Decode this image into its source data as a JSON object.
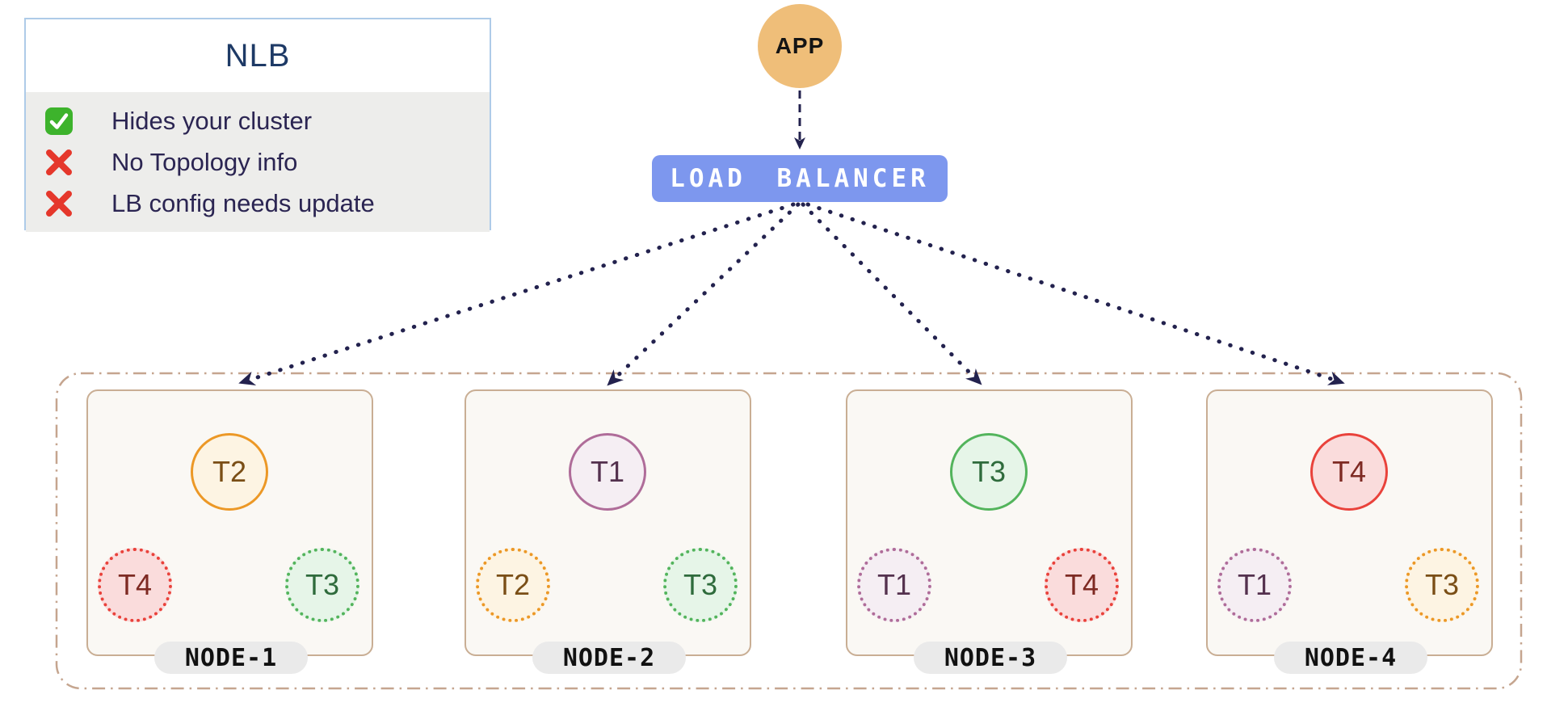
{
  "legend": {
    "title": "NLB",
    "items": [
      {
        "icon": "check",
        "text": "Hides your cluster"
      },
      {
        "icon": "cross",
        "text": "No Topology info"
      },
      {
        "icon": "cross",
        "text": "LB config needs update"
      }
    ]
  },
  "app": {
    "label": "APP"
  },
  "load_balancer": {
    "label": "LOAD BALANCER"
  },
  "nodes": [
    {
      "name": "NODE-1",
      "leader": {
        "label": "T2",
        "color": "orange"
      },
      "replicas": [
        {
          "label": "T4",
          "color": "red"
        },
        {
          "label": "T3",
          "color": "green"
        }
      ]
    },
    {
      "name": "NODE-2",
      "leader": {
        "label": "T1",
        "color": "plum"
      },
      "replicas": [
        {
          "label": "T2",
          "color": "orange"
        },
        {
          "label": "T3",
          "color": "green"
        }
      ]
    },
    {
      "name": "NODE-3",
      "leader": {
        "label": "T3",
        "color": "green"
      },
      "replicas": [
        {
          "label": "T1",
          "color": "plum"
        },
        {
          "label": "T4",
          "color": "red"
        }
      ]
    },
    {
      "name": "NODE-4",
      "leader": {
        "label": "T4",
        "color": "red"
      },
      "replicas": [
        {
          "label": "T1",
          "color": "plum"
        },
        {
          "label": "T3",
          "color": "orange"
        }
      ]
    }
  ],
  "palette": {
    "orange": {
      "border": "#EC9826",
      "fill": "#FDF4E3",
      "text": "#7A4E16"
    },
    "plum": {
      "border": "#AF6C99",
      "fill": "#F5EEF3",
      "text": "#54314E"
    },
    "green": {
      "border": "#53B45C",
      "fill": "#E6F5E8",
      "text": "#2F6B3C"
    },
    "red": {
      "border": "#E9423B",
      "fill": "#FADCDC",
      "text": "#7E2A23"
    }
  },
  "colors": {
    "lb_blue": "#7D97EE",
    "app_orange": "#EFBE79",
    "arrow_navy": "#23224E",
    "cluster_border": "#C5A58F",
    "node_border": "#C9AE94",
    "node_fill": "#FAF8F4",
    "legend_border": "#AECBE8",
    "legend_item_bg": "#EDEDEB",
    "title_navy": "#1E3A66",
    "item_text": "#2B2552",
    "check_green": "#3DB32C",
    "cross_red": "#E5372B",
    "pill_bg": "#EAEAEA"
  }
}
